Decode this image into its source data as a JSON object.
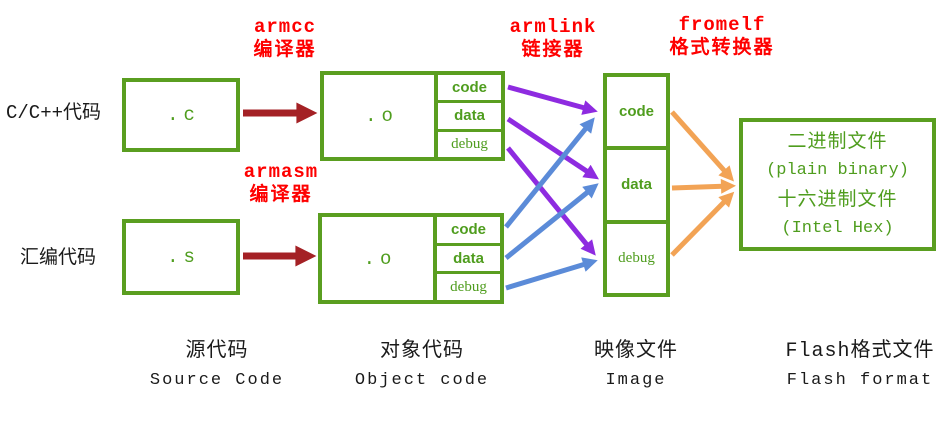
{
  "colors": {
    "green": "#5a9e20",
    "green_text": "#4f9d1e",
    "red": "#fe0000",
    "dark_red": "#a42125",
    "purple": "#8e2be0",
    "blue": "#5b8bd8",
    "orange": "#f2a355",
    "black": "#1a1a1a"
  },
  "labels": {
    "c_source": "C/C++代码",
    "asm_source": "汇编代码"
  },
  "files": {
    "c": ".c",
    "s": ".s",
    "o": ".o"
  },
  "tools": {
    "armcc": {
      "name": "armcc",
      "desc": "编译器"
    },
    "armasm": {
      "name": "armasm",
      "desc": "编译器"
    },
    "armlink": {
      "name": "armlink",
      "desc": "链接器"
    },
    "fromelf": {
      "name": "fromelf",
      "desc": "格式转换器"
    }
  },
  "sections": [
    "code",
    "data",
    "debug"
  ],
  "flash_box": {
    "lines": [
      "二进制文件",
      "(plain binary)",
      "十六进制文件",
      "(Intel Hex)"
    ]
  },
  "captions": [
    {
      "zh": "源代码",
      "en": "Source Code"
    },
    {
      "zh": "对象代码",
      "en": "Object code"
    },
    {
      "zh": "映像文件",
      "en": "Image"
    },
    {
      "zh": "Flash格式文件",
      "en": "Flash format"
    }
  ],
  "arrows": [
    {
      "id": "armcc-arrow",
      "color": "dark_red",
      "from": "c-file-box",
      "to": "object-file-box-top"
    },
    {
      "id": "armasm-arrow",
      "color": "dark_red",
      "from": "s-file-box",
      "to": "object-file-box-bottom"
    },
    {
      "id": "link-top-code",
      "color": "purple",
      "from": "object-top-code",
      "to": "image-code"
    },
    {
      "id": "link-top-data",
      "color": "purple",
      "from": "object-top-data",
      "to": "image-data"
    },
    {
      "id": "link-top-debug",
      "color": "purple",
      "from": "object-top-debug",
      "to": "image-debug"
    },
    {
      "id": "link-bottom-code",
      "color": "blue",
      "from": "object-bottom-code",
      "to": "image-code"
    },
    {
      "id": "link-bottom-data",
      "color": "blue",
      "from": "object-bottom-data",
      "to": "image-data"
    },
    {
      "id": "link-bottom-debug",
      "color": "blue",
      "from": "object-bottom-debug",
      "to": "image-debug"
    },
    {
      "id": "fromelf-code",
      "color": "orange",
      "from": "image-code",
      "to": "flash-box"
    },
    {
      "id": "fromelf-data",
      "color": "orange",
      "from": "image-data",
      "to": "flash-box"
    },
    {
      "id": "fromelf-debug",
      "color": "orange",
      "from": "image-debug",
      "to": "flash-box"
    }
  ]
}
